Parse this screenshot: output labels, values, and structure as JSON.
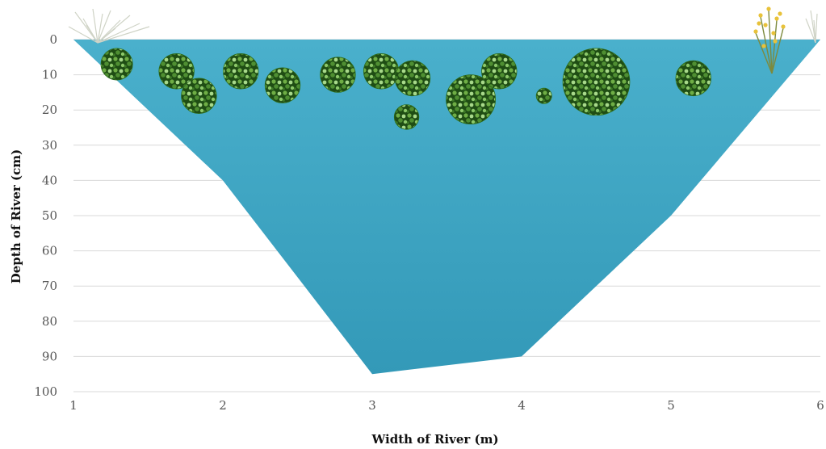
{
  "chart_data": {
    "type": "area",
    "title": "",
    "xlabel": "Width of River (m)",
    "ylabel": "Depth of River (cm)",
    "xlim": [
      1,
      6
    ],
    "ylim": [
      0,
      100
    ],
    "y_inverted": true,
    "x_ticks": [
      1,
      2,
      3,
      4,
      5,
      6
    ],
    "y_ticks": [
      0,
      10,
      20,
      30,
      40,
      50,
      60,
      70,
      80,
      90,
      100
    ],
    "grid": "horizontal",
    "legend": "none",
    "profile": {
      "x": [
        1,
        2,
        3,
        4,
        5,
        6
      ],
      "y": [
        0,
        40,
        95,
        90,
        50,
        0
      ]
    },
    "vegetation_circles": [
      {
        "x": 1.29,
        "y": 7,
        "size": 4.5
      },
      {
        "x": 1.69,
        "y": 9,
        "size": 5
      },
      {
        "x": 1.84,
        "y": 16,
        "size": 5
      },
      {
        "x": 2.12,
        "y": 9,
        "size": 5
      },
      {
        "x": 2.4,
        "y": 13,
        "size": 5
      },
      {
        "x": 2.77,
        "y": 10,
        "size": 5
      },
      {
        "x": 3.06,
        "y": 9,
        "size": 5
      },
      {
        "x": 3.27,
        "y": 11,
        "size": 5
      },
      {
        "x": 3.23,
        "y": 22,
        "size": 3.5
      },
      {
        "x": 3.66,
        "y": 17,
        "size": 7
      },
      {
        "x": 3.85,
        "y": 9,
        "size": 5
      },
      {
        "x": 4.15,
        "y": 16,
        "size": 2.2
      },
      {
        "x": 4.5,
        "y": 12,
        "size": 9.5
      },
      {
        "x": 5.15,
        "y": 11,
        "size": 5
      }
    ],
    "colors": {
      "water_top": "#4ab0cc",
      "water_bottom": "#3399b8",
      "vegetation": "#2c6b1c",
      "vegetation_light": "#9fd07a",
      "grid": "#d9d9d9",
      "bank_plant": "#cfd3c6",
      "flower": "#e8c23a"
    }
  }
}
